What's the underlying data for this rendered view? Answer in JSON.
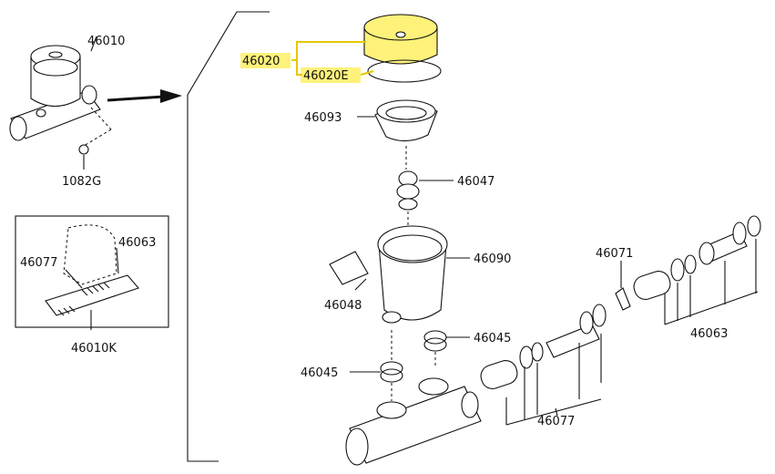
{
  "diagram": {
    "highlight_color": "#fff27a",
    "highlight_line_color": "#e6c800",
    "labels": {
      "p46010": "46010",
      "p1082g": "1082G",
      "p46063_inset": "46063",
      "p46077_inset": "46077",
      "p46010k": "46010K",
      "p46020": "46020",
      "p46020e": "46020E",
      "p46093": "46093",
      "p46047": "46047",
      "p46090": "46090",
      "p46048": "46048",
      "p46045_a": "46045",
      "p46045_b": "46045",
      "p46071": "46071",
      "p46063": "46063",
      "p46077": "46077"
    }
  }
}
